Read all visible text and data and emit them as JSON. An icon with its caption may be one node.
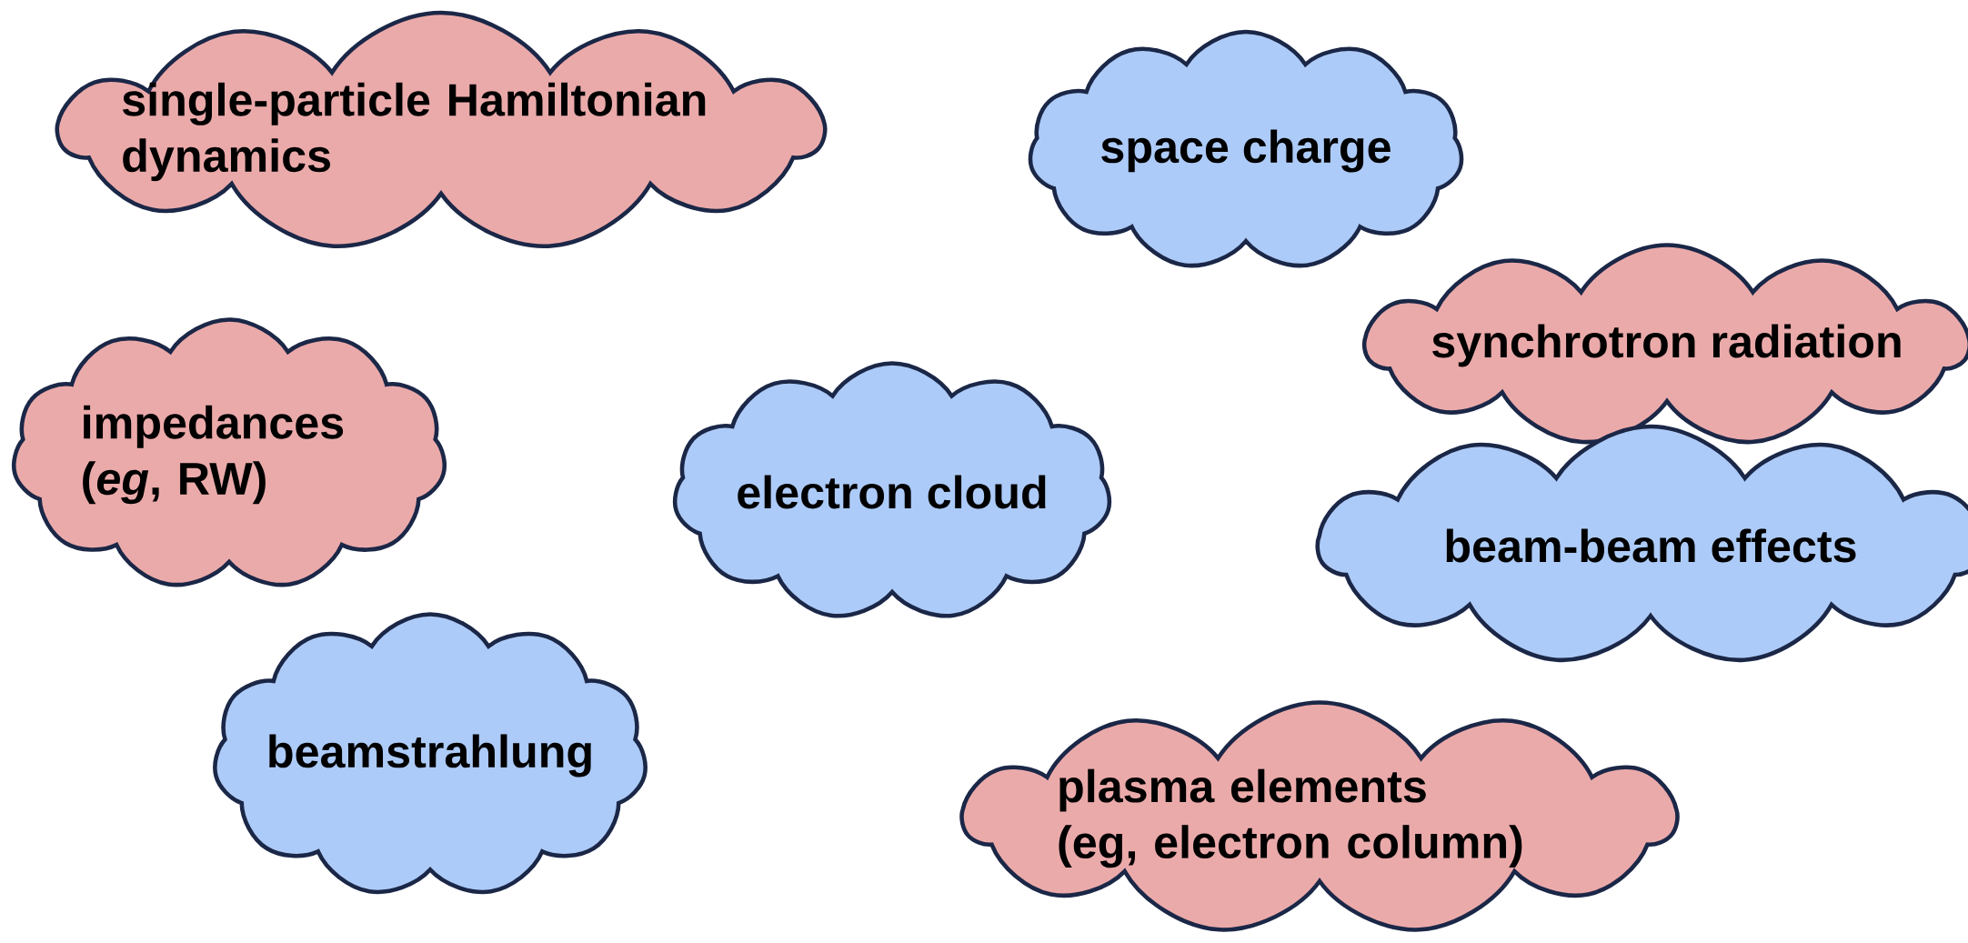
{
  "diagram": {
    "nodes": [
      {
        "text": [
          "single-particle Hamiltonian dynamics"
        ]
      },
      {
        "text": [
          "space charge"
        ]
      },
      {
        "text": [
          "synchrotron radiation"
        ]
      },
      {
        "text": [
          "impedances (*eg*, RW)"
        ]
      },
      {
        "text": [
          "electron cloud"
        ]
      },
      {
        "text": [
          "beam-beam effects"
        ]
      },
      {
        "text": [
          "beamstrahlung"
        ]
      },
      {
        "text": [
          "plasma elements (eg, electron column)"
        ]
      }
    ]
  }
}
